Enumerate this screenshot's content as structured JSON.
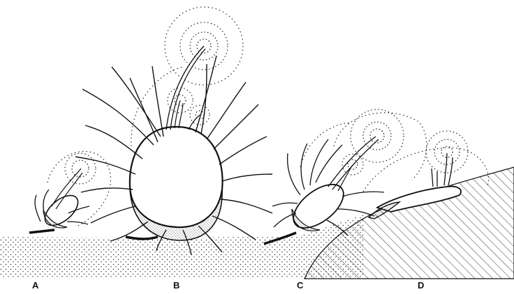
{
  "figure": {
    "panel_labels": [
      "A",
      "B",
      "C",
      "D"
    ],
    "colors": {
      "ink": "#111111",
      "background": "#ffffff",
      "stipple": "#222222"
    }
  }
}
